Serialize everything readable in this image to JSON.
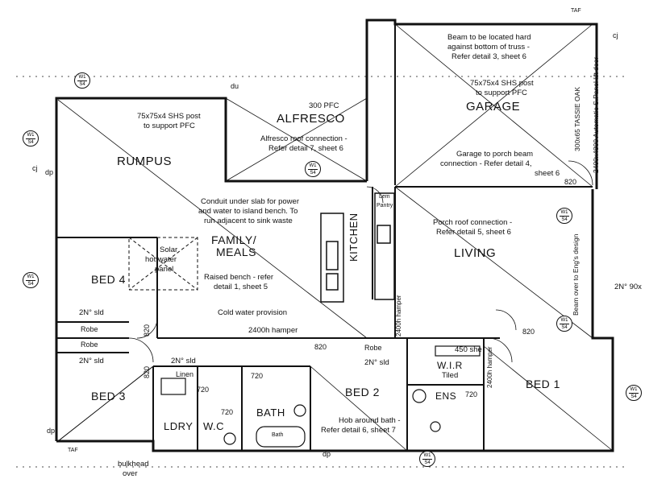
{
  "rooms": {
    "alfresco": "ALFRESCO",
    "garage": "GARAGE",
    "rumpus": "RUMPUS",
    "family": "FAMILY/",
    "meals": "MEALS",
    "kitchen": "KITCHEN",
    "living": "LIVING",
    "bed4": "BED 4",
    "bed3": "BED 3",
    "bed2": "BED 2",
    "bed1": "BED 1",
    "ldry": "LDRY",
    "wc": "W.C",
    "bath": "BATH",
    "ens": "ENS",
    "wir": "W.I.R",
    "linen": "Linen",
    "robe1": "Robe",
    "robe2": "Robe",
    "robe3": "Robe",
    "pantry_top": "Lem",
    "pantry_bottom": "Pantry",
    "bath_tub": "Bath"
  },
  "notes": {
    "beam_line1": "Beam to be located hard",
    "beam_line2": "against bottom of truss -",
    "beam_line3": "Refer detail 3, sheet 6",
    "shs_garage_line1": "75x75x4 SHS post",
    "shs_garage_line2": "to support PFC",
    "pfc_top": "300 PFC",
    "shs_rumpus_line1": "75x75x4 SHS post",
    "shs_rumpus_line2": "to support PFC",
    "alf_roof_line1": "Alfresco roof connection -",
    "alf_roof_line2": "Refer detail 7, sheet 6",
    "garage_porch_line1": "Garage to porch beam",
    "garage_porch_line2": "connection - Refer detail 4,",
    "garage_porch_line3": "sheet 6",
    "conduit_line1": "Conduit under slab for power",
    "conduit_line2": "and water to island bench. To",
    "conduit_line3": "run adjacent to sink waste",
    "porch_roof_line1": "Porch roof connection -",
    "porch_roof_line2": "Refer detail 5, sheet 6",
    "solar_line1": "Solar",
    "solar_line2": "hot water",
    "solar_line3": "panel",
    "raised_line1": "Raised bench - refer",
    "raised_line2": "detail 1, sheet 5",
    "cold_water": "Cold water provision",
    "hamper_2400": "2400h hamper",
    "sid_bed4": "2N° sld",
    "sid_bed3": "2N° sld",
    "sid_linen": "2N° sld",
    "sid_bed2": "2N° sld",
    "two_n_90": "2N° 90x",
    "w450": "450 she",
    "tiled": "Tiled",
    "hob_line1": "Hob around bath -",
    "hob_line2": "Refer detail 6, sheet 7",
    "bulkhead_line1": "bulkhead",
    "bulkhead_line2": "over",
    "garage_door": "2400x4800 Automatic S.Panel lift door",
    "tassie_oak": "300x65 TASSIE OAK",
    "beam_ensuite": "Beam over to Eng's design",
    "hamper_living": "2400h hamper",
    "hamper_bed1": "2400h hamper",
    "taf_top": "TAF",
    "taf_bottom": "TAF"
  },
  "dims": {
    "d820_garage": "820",
    "d820_bed4": "820",
    "d820_bed3": "820",
    "d820_hall": "820",
    "d820_bed1": "820",
    "d720_bath": "720",
    "d720_ldry": "720",
    "d720_wc": "720",
    "d720_ens": "720"
  },
  "markers": {
    "cj": "cj",
    "dp": "dp",
    "du": "du"
  },
  "tags": {
    "top": "W1",
    "bottom": "S4"
  }
}
